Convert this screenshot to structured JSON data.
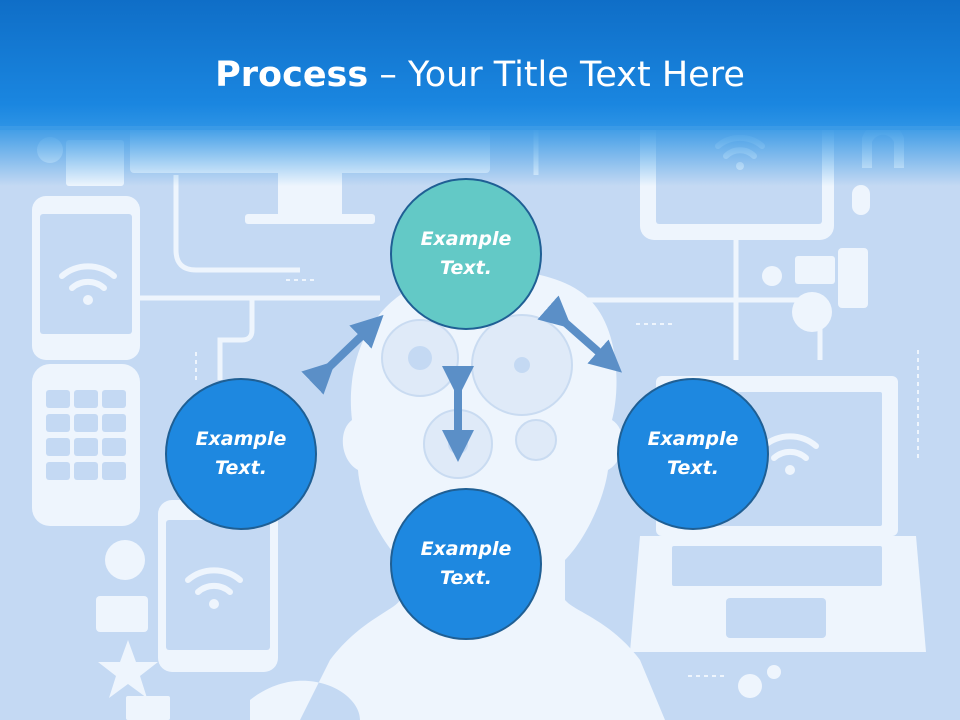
{
  "slide": {
    "title_bold": "Process",
    "title_rest": " – Your Title Text Here"
  },
  "process": {
    "top": "Example Text.",
    "left": "Example Text.",
    "right": "Example Text.",
    "bottom": "Example Text."
  },
  "colors": {
    "header": "#1a86e0",
    "background": "#c4d9f3",
    "circle_accent": "#63c9c6",
    "circle_main": "#1e88e0",
    "arrow": "#5b8fc7"
  },
  "icons": [
    "smartphone-icon",
    "flip-phone-icon",
    "tablet-icon",
    "monitor-icon",
    "laptop-icon",
    "head-silhouette-icon",
    "gears-icon",
    "wifi-icon",
    "headphones-icon",
    "microphone-icon",
    "globe-icon",
    "camera-icon",
    "paperclip-icon",
    "star-icon",
    "search-icon",
    "sitemap-icon",
    "link-icon",
    "upload-icon"
  ]
}
